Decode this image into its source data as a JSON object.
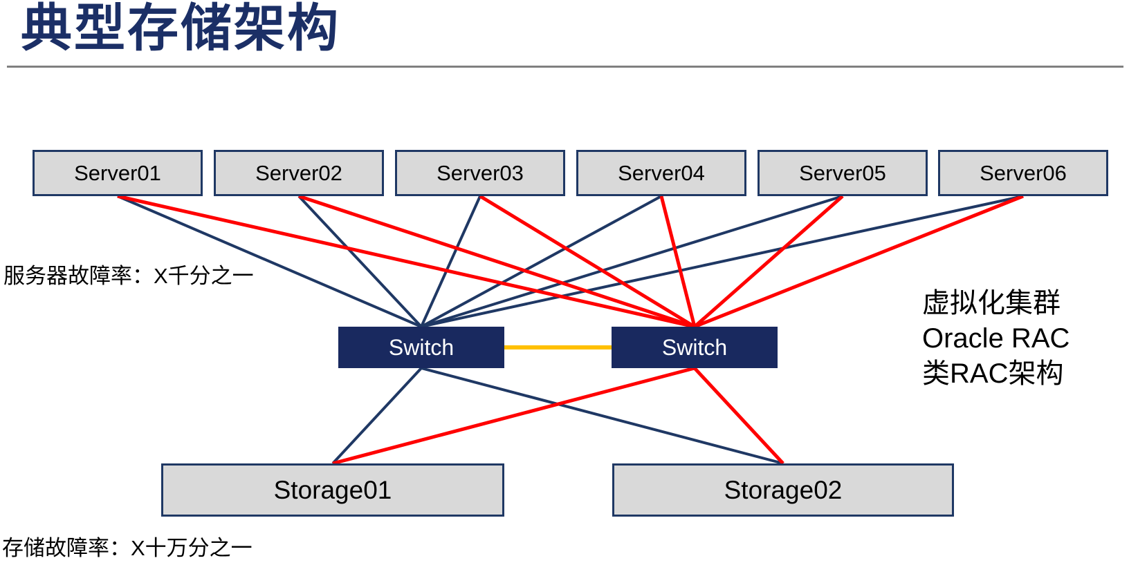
{
  "title": "典型存储架构",
  "colors": {
    "navy": "#1F3864",
    "red": "#FF0000",
    "orange": "#FFC000",
    "box_fill": "#D9D9D9",
    "switch_fill": "#19295F",
    "title_color": "#1B2F66",
    "divider": "#7F7F7F"
  },
  "nodes": {
    "servers": [
      {
        "id": "server01",
        "label": "Server01"
      },
      {
        "id": "server02",
        "label": "Server02"
      },
      {
        "id": "server03",
        "label": "Server03"
      },
      {
        "id": "server04",
        "label": "Server04"
      },
      {
        "id": "server05",
        "label": "Server05"
      },
      {
        "id": "server06",
        "label": "Server06"
      }
    ],
    "switches": [
      {
        "id": "switch-a",
        "label": "Switch"
      },
      {
        "id": "switch-b",
        "label": "Switch"
      }
    ],
    "storages": [
      {
        "id": "storage01",
        "label": "Storage01"
      },
      {
        "id": "storage02",
        "label": "Storage02"
      }
    ]
  },
  "annotations": {
    "server_failure_rate": "服务器故障率：X千分之一",
    "storage_failure_rate": "存储故障率：X十万分之一",
    "cluster_note_lines": [
      "虚拟化集群",
      "Oracle RAC",
      "类RAC架构"
    ]
  },
  "edges": [
    {
      "from": "server01",
      "to": "switch-a",
      "from_side": "bottom",
      "to_side": "top",
      "color": "navy",
      "width": 4
    },
    {
      "from": "server02",
      "to": "switch-a",
      "from_side": "bottom",
      "to_side": "top",
      "color": "navy",
      "width": 4
    },
    {
      "from": "server03",
      "to": "switch-a",
      "from_side": "bottom",
      "to_side": "top",
      "color": "navy",
      "width": 4
    },
    {
      "from": "server04",
      "to": "switch-a",
      "from_side": "bottom",
      "to_side": "top",
      "color": "navy",
      "width": 4
    },
    {
      "from": "server05",
      "to": "switch-a",
      "from_side": "bottom",
      "to_side": "top",
      "color": "navy",
      "width": 4
    },
    {
      "from": "server06",
      "to": "switch-a",
      "from_side": "bottom",
      "to_side": "top",
      "color": "navy",
      "width": 4
    },
    {
      "from": "switch-a",
      "to": "storage01",
      "from_side": "bottom",
      "to_side": "top",
      "color": "navy",
      "width": 4
    },
    {
      "from": "switch-a",
      "to": "storage02",
      "from_side": "bottom",
      "to_side": "top",
      "color": "navy",
      "width": 4
    },
    {
      "from": "server01",
      "to": "switch-b",
      "from_side": "bottom",
      "to_side": "top",
      "color": "red",
      "width": 5
    },
    {
      "from": "server02",
      "to": "switch-b",
      "from_side": "bottom",
      "to_side": "top",
      "color": "red",
      "width": 5
    },
    {
      "from": "server03",
      "to": "switch-b",
      "from_side": "bottom",
      "to_side": "top",
      "color": "red",
      "width": 5
    },
    {
      "from": "server04",
      "to": "switch-b",
      "from_side": "bottom",
      "to_side": "top",
      "color": "red",
      "width": 5
    },
    {
      "from": "server05",
      "to": "switch-b",
      "from_side": "bottom",
      "to_side": "top",
      "color": "red",
      "width": 5
    },
    {
      "from": "server06",
      "to": "switch-b",
      "from_side": "bottom",
      "to_side": "top",
      "color": "red",
      "width": 5
    },
    {
      "from": "switch-b",
      "to": "storage01",
      "from_side": "bottom",
      "to_side": "top",
      "color": "red",
      "width": 5
    },
    {
      "from": "switch-b",
      "to": "storage02",
      "from_side": "bottom",
      "to_side": "top",
      "color": "red",
      "width": 5
    },
    {
      "from": "switch-a",
      "to": "switch-b",
      "from_side": "right",
      "to_side": "left",
      "color": "orange",
      "width": 6
    }
  ]
}
